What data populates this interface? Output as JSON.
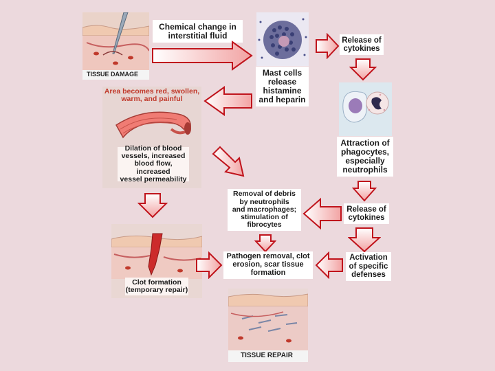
{
  "steps": {
    "tissue_damage": "TISSUE DAMAGE",
    "chemical_change_1": "Chemical change in",
    "chemical_change_2": "interstitial fluid",
    "mast_cells_1": "Mast cells",
    "mast_cells_2": "release",
    "mast_cells_3": "histamine",
    "mast_cells_4": "and heparin",
    "release_cytokines_top_1": "Release of",
    "release_cytokines_top_2": "cytokines",
    "area_red_1": "Area becomes red, swollen,",
    "area_red_2": "warm, and painful",
    "dilation_1": "Dilation of blood",
    "dilation_2": "vessels, increased",
    "dilation_3": "blood flow, increased",
    "dilation_4": "vessel permeability",
    "attraction_1": "Attraction of",
    "attraction_2": "phagocytes,",
    "attraction_3": "especially",
    "attraction_4": "neutrophils",
    "removal_1": "Removal of debris",
    "removal_2": "by neutrophils",
    "removal_3": "and macrophages;",
    "removal_4": "stimulation of",
    "removal_5": "fibrocytes",
    "release_cytokines_mid_1": "Release of",
    "release_cytokines_mid_2": "cytokines",
    "clot_1": "Clot formation",
    "clot_2": "(temporary repair)",
    "pathogen_1": "Pathogen removal, clot",
    "pathogen_2": "erosion, scar tissue",
    "pathogen_3": "formation",
    "activation_1": "Activation",
    "activation_2": "of specific",
    "activation_3": "defenses",
    "tissue_repair": "TISSUE REPAIR"
  },
  "colors": {
    "background": "#ecd9dd",
    "arrow_stroke": "#c0141c",
    "arrow_fill": "#f6c6c6",
    "label_red": "#c0392b"
  }
}
